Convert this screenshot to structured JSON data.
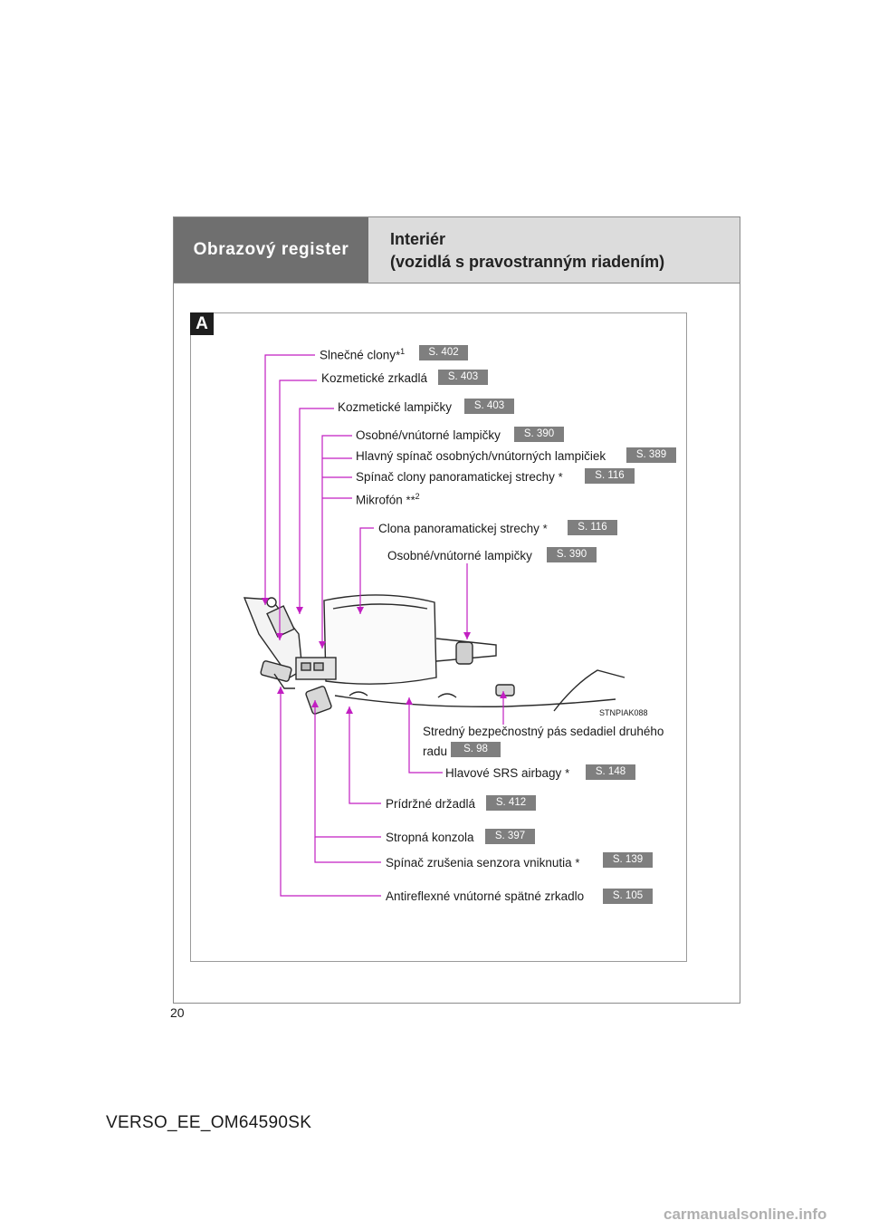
{
  "header": {
    "section": "Obrazový register",
    "title_line1": "Interiér",
    "title_line2": "(vozidlá s pravostranným riadením)"
  },
  "figure": {
    "tag": "A",
    "code": "STNPIAK088",
    "callouts": {
      "slnecne_clony": {
        "label": "Slnečné clony",
        "mark": "*",
        "sup": "1",
        "ref": "S. 402"
      },
      "kozmeticke_zrkadla": {
        "label": "Kozmetické zrkadlá",
        "ref": "S. 403"
      },
      "kozmeticke_lampicky": {
        "label": "Kozmetické lampičky",
        "ref": "S. 403"
      },
      "osobne_lampicky_1": {
        "label": "Osobné/vnútorné lampičky",
        "ref": "S. 390"
      },
      "hlavny_spinac": {
        "label": "Hlavný spínač osobných/vnútorných lampičiek",
        "ref": "S. 389"
      },
      "spinac_clony": {
        "label": "Spínač clony panoramatickej strechy",
        "mark": "*",
        "ref": "S. 116"
      },
      "mikrofon": {
        "label": "Mikrofón",
        "mark": "*",
        "mark2": "*",
        "sup": "2"
      },
      "clona_strechy": {
        "label": "Clona panoramatickej strechy",
        "mark": "*",
        "ref": "S. 116"
      },
      "osobne_lampicky_2": {
        "label": "Osobné/vnútorné lampičky",
        "ref": "S. 390"
      },
      "stredny_pas": {
        "label_line1": "Stredný bezpečnostný pás sedadiel druhého",
        "label_line2": "radu",
        "ref": "S. 98"
      },
      "srs_airbagy": {
        "label": "Hlavové SRS airbagy",
        "mark": "*",
        "ref": "S. 148"
      },
      "pridrzne_drzadla": {
        "label": "Prídržné držadlá",
        "ref": "S. 412"
      },
      "stropna_konzola": {
        "label": "Stropná konzola",
        "ref": "S. 397"
      },
      "spinac_senzora": {
        "label": "Spínač zrušenia senzora vniknutia",
        "mark": "*",
        "ref": "S. 139"
      },
      "spatne_zrkadlo": {
        "label": "Antireflexné vnútorné spätné zrkadlo",
        "ref": "S. 105"
      }
    }
  },
  "page_number": "20",
  "footer": "VERSO_EE_OM64590SK",
  "watermark": "carmanualsonline.info",
  "colors": {
    "leader": "#c21fc2",
    "header_dark": "#6f6f6f",
    "header_light": "#dcdcdc",
    "ref_badge": "#7f7f7f"
  }
}
